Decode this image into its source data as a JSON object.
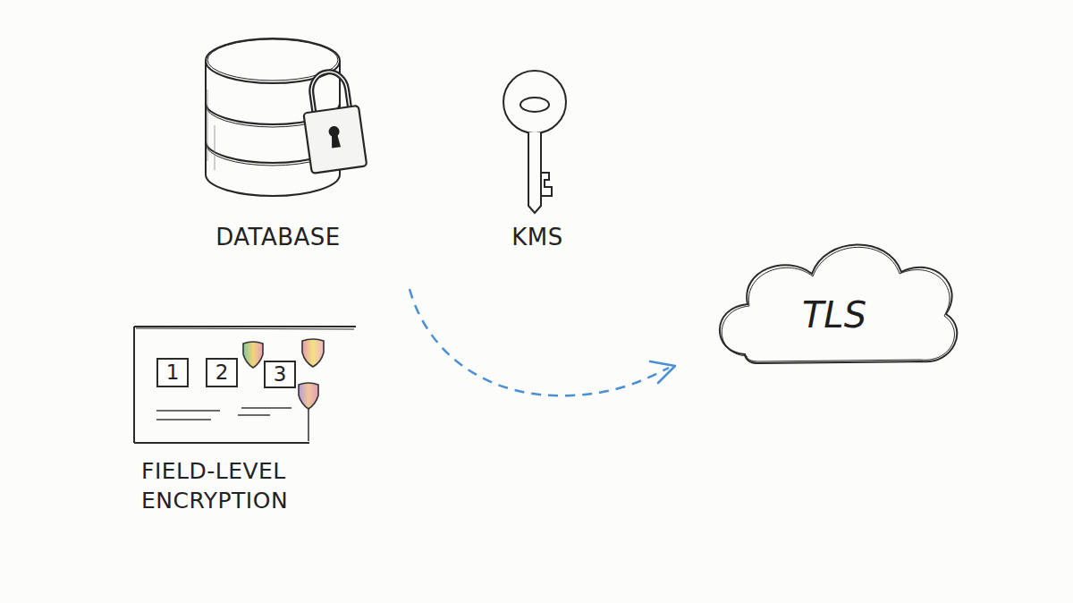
{
  "diagram": {
    "nodes": [
      {
        "text": [
          "TLS"
        ]
      },
      {
        "text": [
          "FIELD-LEVEL ENCRYPTION"
        ]
      },
      {
        "text": [
          "1"
        ],
        "in": 1
      },
      {
        "text": [
          "2"
        ],
        "in": 1
      },
      {
        "text": [
          "3"
        ],
        "in": 1
      }
    ],
    "labels": [
      "DATABASE",
      "KMS"
    ]
  }
}
